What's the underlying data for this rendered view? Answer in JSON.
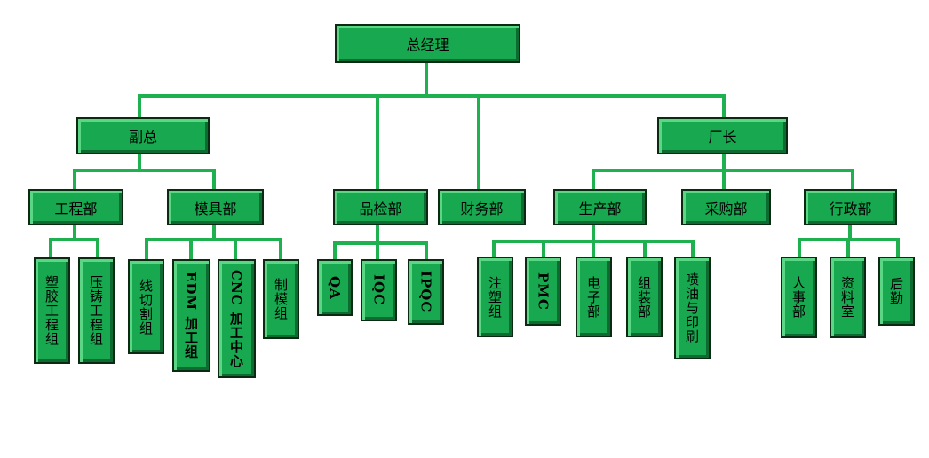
{
  "chart": {
    "line_color": "#1fb14f",
    "box_color": "#18a850",
    "nodes": {
      "gm": "总经理",
      "vp": "副总",
      "plant": "厂长",
      "eng": "工程部",
      "mold": "模具部",
      "qc": "品检部",
      "fin": "财务部",
      "prod": "生产部",
      "purch": "采购部",
      "admin": "行政部",
      "eng_1": "塑胶工程组",
      "eng_2": "压铸工程组",
      "mold_1": "线切割组",
      "mold_2": "EDM 加工组",
      "mold_3": "CNC 加工中心",
      "mold_4": "制模组",
      "qc_1": "QA",
      "qc_2": "IQC",
      "qc_3": "IPQC",
      "prod_1": "注塑组",
      "prod_2": "PMC",
      "prod_3": "电子部",
      "prod_4": "组装部",
      "prod_5": "喷油与印刷",
      "admin_1": "人事部",
      "admin_2": "资料室",
      "admin_3": "后勤"
    }
  }
}
